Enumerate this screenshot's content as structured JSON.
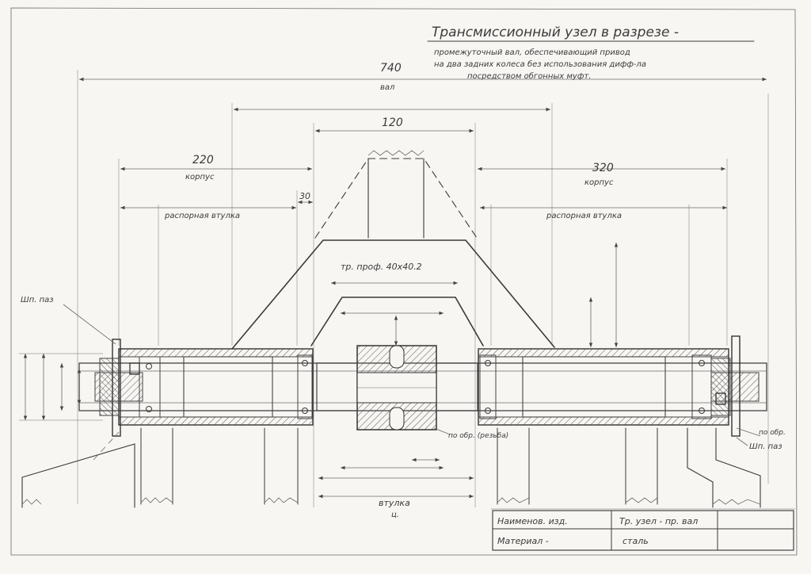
{
  "title": "Трансмиссионный узел в разрезе -",
  "description_lines": [
    "промежуточный вал, обеспечивающий привод",
    "на два задних колеса без использования дифф-ла",
    "посредством обгонных муфт."
  ],
  "dimensions": {
    "shaft_length": "740",
    "shaft_label": "вал",
    "center_width": "120",
    "left_housing": "220",
    "left_housing_label": "корпус",
    "right_housing": "320",
    "right_housing_label": "корпус",
    "gap": "30",
    "left_spacer_label": "распорная втулка",
    "right_spacer_label": "распорная втулка",
    "profile_label": "тр. проф. 40х40.2",
    "sleeve_label": "втулка",
    "sleeve_sub": "ц."
  },
  "callouts": {
    "left_key": "Шп. паз",
    "right_key": "Шп. паз",
    "left_weld": "по обр. (резьба)",
    "right_weld": "по обр."
  },
  "title_block": {
    "name_label": "Наименов. изд.",
    "name_value": "Тр. узел - пр. вал",
    "material_label": "Материал -",
    "material_value": "сталь"
  }
}
